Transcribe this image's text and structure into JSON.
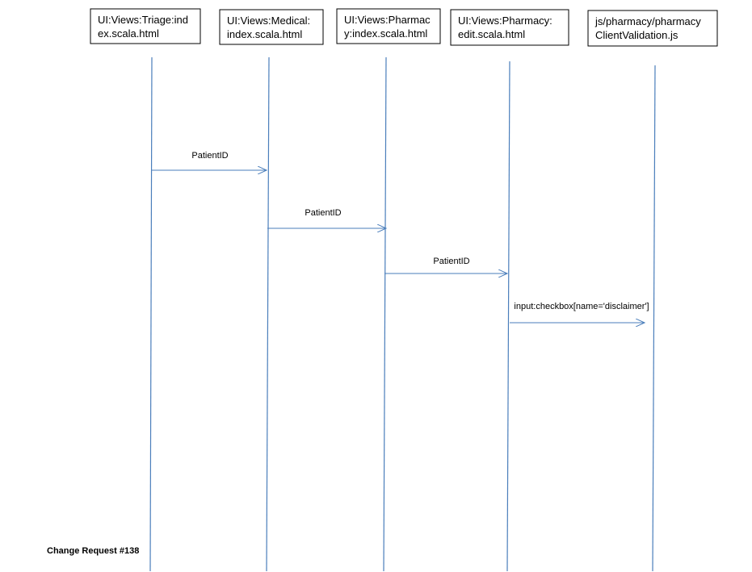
{
  "diagram": {
    "participants": [
      {
        "id": "triage",
        "line1": "UI:Views:Triage:ind",
        "line2": "ex.scala.html"
      },
      {
        "id": "medical",
        "line1": "UI:Views:Medical:",
        "line2": "index.scala.html"
      },
      {
        "id": "pharmacy-index",
        "line1": "UI:Views:Pharmac",
        "line2": "y:index.scala.html"
      },
      {
        "id": "pharmacy-edit",
        "line1": "UI:Views:Pharmacy:",
        "line2": "edit.scala.html"
      },
      {
        "id": "client-validation",
        "line1": "js/pharmacy/pharmacy",
        "line2": "ClientValidation.js"
      }
    ],
    "messages": [
      {
        "from": "triage",
        "to": "medical",
        "label": "PatientID"
      },
      {
        "from": "medical",
        "to": "pharmacy-index",
        "label": "PatientID"
      },
      {
        "from": "pharmacy-index",
        "to": "pharmacy-edit",
        "label": "PatientID"
      },
      {
        "from": "pharmacy-edit",
        "to": "client-validation",
        "label": "input:checkbox[name='disclaimer']"
      }
    ],
    "colors": {
      "lifeline": "#4a7ebb",
      "box_border": "#000000",
      "text": "#000000"
    }
  },
  "footer": {
    "note": "Change Request #138"
  }
}
